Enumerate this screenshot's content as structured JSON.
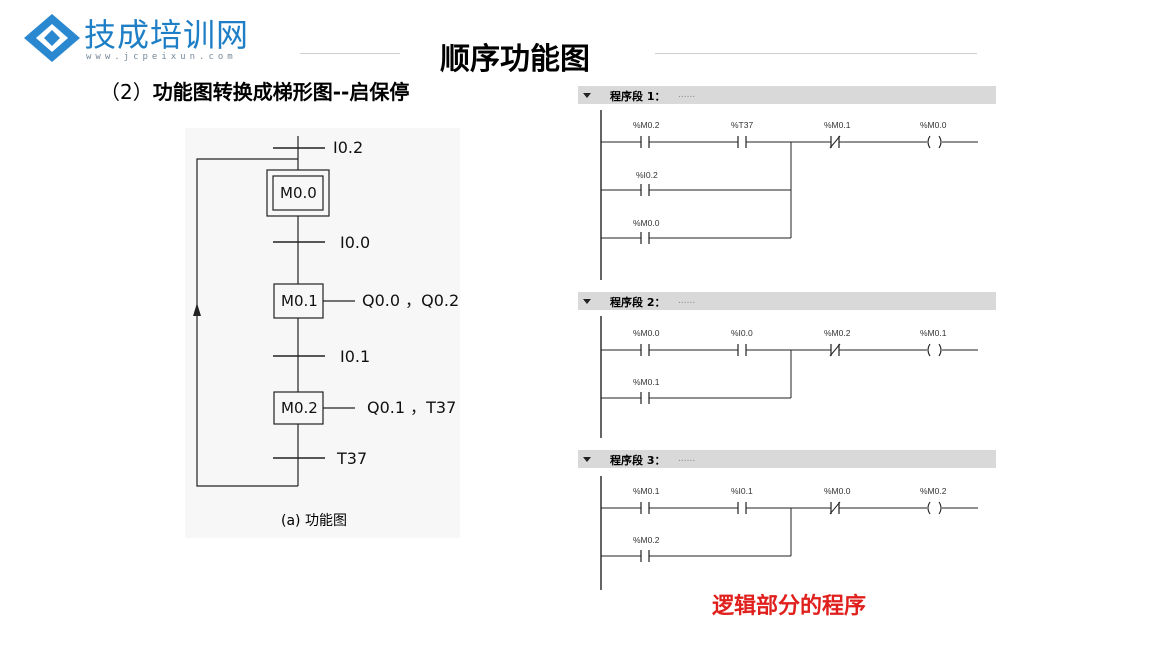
{
  "logo": {
    "name": "技成培训网",
    "url_text": "www.jcpeixun.com",
    "colors": {
      "blue": "#1e7fc6",
      "diamond": "#2a88d0"
    }
  },
  "title": "顺序功能图",
  "subtitle": {
    "paren": "（2）",
    "text": "功能图转换成梯形图--启保停"
  },
  "sfc": {
    "caption": "(a) 功能图",
    "steps": [
      {
        "label": "M0.0",
        "initial": true
      },
      {
        "label": "M0.1",
        "action": "Q0.0 ，Q0.2"
      },
      {
        "label": "M0.2",
        "action": "Q0.1 ，T37"
      }
    ],
    "transitions": [
      "I0.2",
      "I0.0",
      "I0.1",
      "T37"
    ]
  },
  "ladder": {
    "segments": [
      {
        "header": "程序段 1：",
        "dots": "......",
        "rung": [
          "%M0.2",
          "%T37",
          "%M0.1",
          "%M0.0"
        ],
        "parallel": [
          "%I0.2",
          "%M0.0"
        ]
      },
      {
        "header": "程序段 2：",
        "dots": "......",
        "rung": [
          "%M0.0",
          "%I0.0",
          "%M0.2",
          "%M0.1"
        ],
        "parallel": [
          "%M0.1"
        ]
      },
      {
        "header": "程序段 3：",
        "dots": "......",
        "rung": [
          "%M0.1",
          "%I0.1",
          "%M0.0",
          "%M0.2"
        ],
        "parallel": [
          "%M0.2"
        ]
      }
    ]
  },
  "note": "逻辑部分的程序",
  "colors": {
    "note": "#e0201d",
    "segment_bar": "#d9d9d9"
  }
}
